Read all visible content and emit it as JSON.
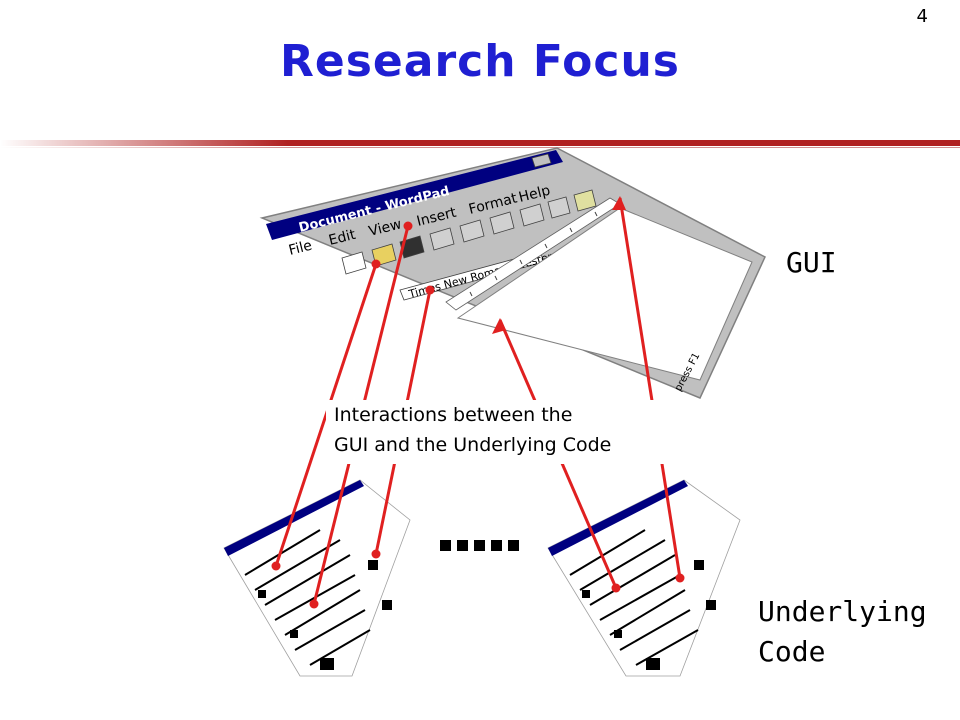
{
  "slide": {
    "number": "4",
    "title": "Research Focus",
    "gui_label": "GUI",
    "code_label_line1": "Underlying",
    "code_label_line2": "Code",
    "caption_line1": "Interactions between the",
    "caption_line2": "GUI and the Underlying Code"
  },
  "gui_window": {
    "title": "Document - WordPad",
    "menu": [
      "File",
      "Edit",
      "View",
      "Insert",
      "Format",
      "Help"
    ],
    "font_box": "Times New Roman (Western)",
    "status": "press F1"
  },
  "colors": {
    "title": "#1f1fd2",
    "rule": "#b02020",
    "arrow": "#e02020",
    "titlebar": "#000080"
  }
}
